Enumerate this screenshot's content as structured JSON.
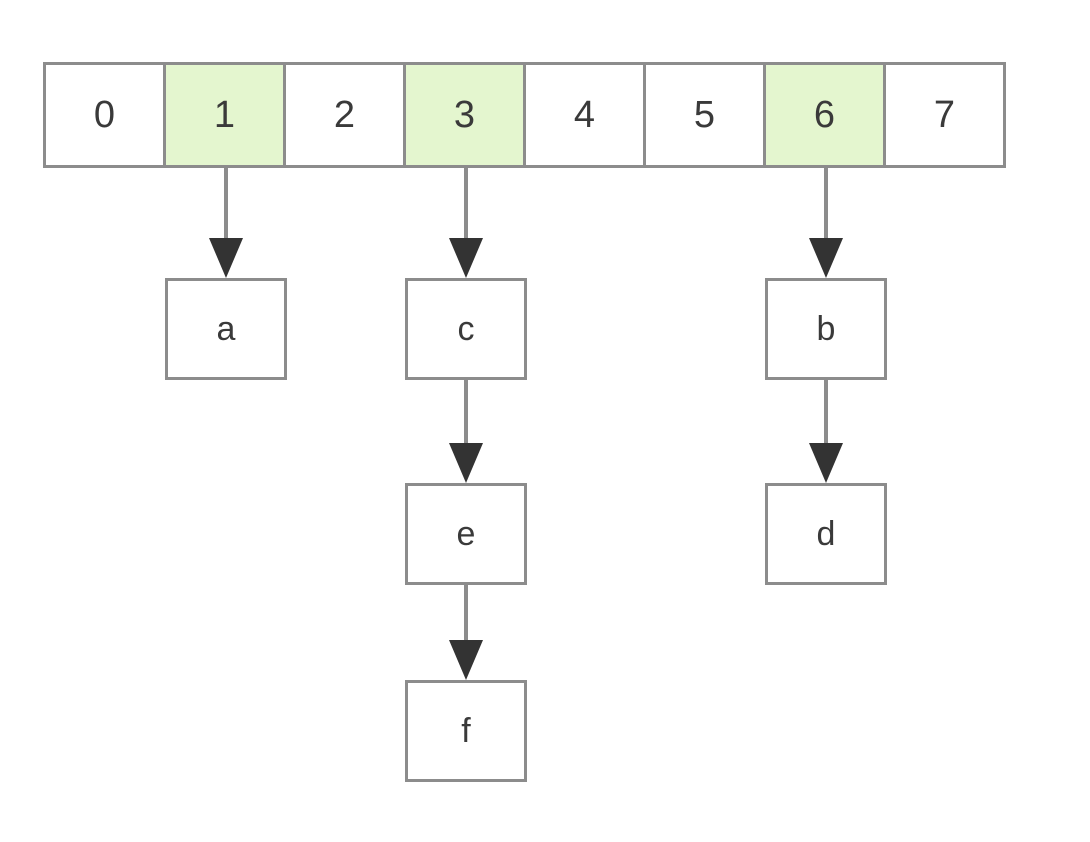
{
  "colors": {
    "background": "#ffffff",
    "box_border": "#8c8c8c",
    "highlight_fill": "#e4f6cf",
    "arrow_line": "#8c8c8c",
    "arrow_head": "#333333",
    "text": "#3a3a3a"
  },
  "array": {
    "cells": [
      {
        "label": "0",
        "highlighted": false
      },
      {
        "label": "1",
        "highlighted": true
      },
      {
        "label": "2",
        "highlighted": false
      },
      {
        "label": "3",
        "highlighted": true
      },
      {
        "label": "4",
        "highlighted": false
      },
      {
        "label": "5",
        "highlighted": false
      },
      {
        "label": "6",
        "highlighted": true
      },
      {
        "label": "7",
        "highlighted": false
      }
    ]
  },
  "chains": [
    {
      "bucket": "1",
      "nodes": [
        "a"
      ]
    },
    {
      "bucket": "3",
      "nodes": [
        "c",
        "e",
        "f"
      ]
    },
    {
      "bucket": "6",
      "nodes": [
        "b",
        "d"
      ]
    }
  ]
}
